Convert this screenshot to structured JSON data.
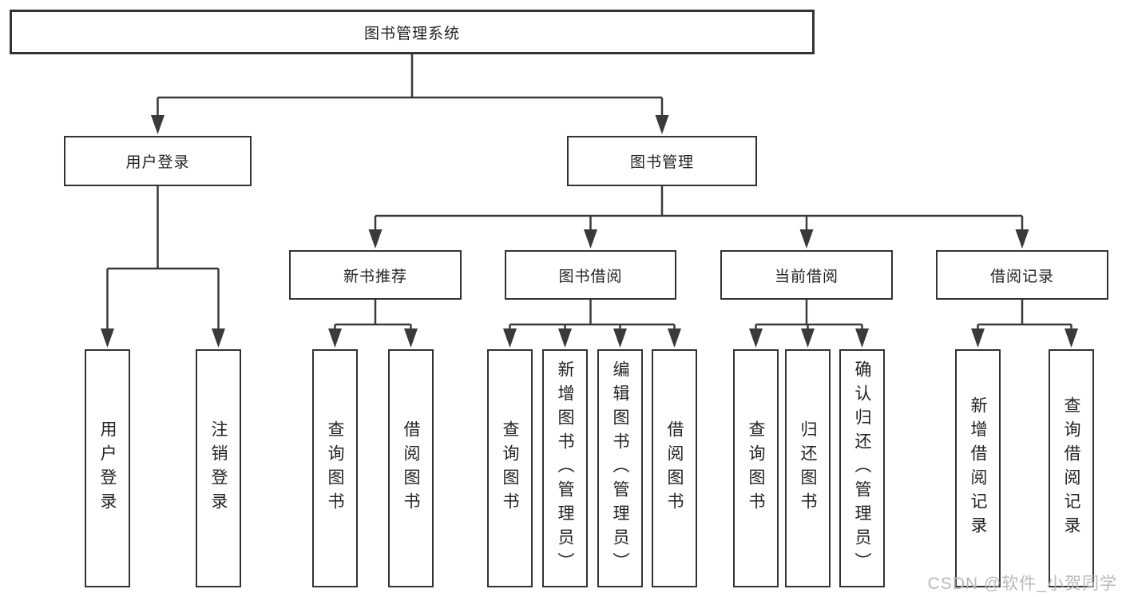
{
  "page": {
    "watermark": "CSDN @软件_小贺同学"
  },
  "colors": {
    "line": "#3a3a3a",
    "box_border": "#333333",
    "box_fill": "#ffffff",
    "text": "#222222",
    "watermark_text": "#b9b9b9"
  },
  "tree": {
    "root": {
      "label": "图书管理系统"
    },
    "branches": [
      {
        "label": "用户登录",
        "children": [
          {
            "label": "用户登录"
          },
          {
            "label": "注销登录"
          }
        ]
      },
      {
        "label": "图书管理",
        "children": [
          {
            "label": "新书推荐",
            "children": [
              {
                "label": "查询图书"
              },
              {
                "label": "借阅图书"
              }
            ]
          },
          {
            "label": "图书借阅",
            "children": [
              {
                "label": "查询图书"
              },
              {
                "label": "新增图书（管理员）"
              },
              {
                "label": "编辑图书（管理员）"
              },
              {
                "label": "借阅图书"
              }
            ]
          },
          {
            "label": "当前借阅",
            "children": [
              {
                "label": "查询图书"
              },
              {
                "label": "归还图书"
              },
              {
                "label": "确认归还（管理员）"
              }
            ]
          },
          {
            "label": "借阅记录",
            "children": [
              {
                "label": "新增借阅记录"
              },
              {
                "label": "查询借阅记录"
              }
            ]
          }
        ]
      }
    ]
  }
}
